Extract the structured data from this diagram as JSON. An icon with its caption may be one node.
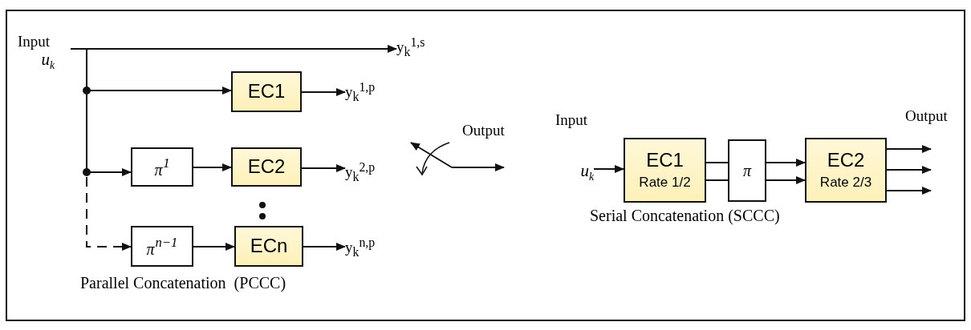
{
  "diagram": {
    "nodes": [
      {
        "text": [
          "Input",
          "u$_{k}$"
        ]
      },
      {
        "text": [
          "y$_{k}$$^{1,s}$"
        ]
      },
      {
        "text": [
          "EC1"
        ]
      },
      {
        "text": [
          "y$_{k}$$^{1,p}$"
        ]
      },
      {
        "text": [
          "π$^{1}$"
        ]
      },
      {
        "text": [
          "EC2"
        ]
      },
      {
        "text": [
          "y$_{k}$$^{2,p}$"
        ]
      },
      {
        "text": [
          "π$^{n−1}$"
        ]
      },
      {
        "text": [
          "ECn"
        ]
      },
      {
        "text": [
          "y$_{k}$$^{n,p}$"
        ]
      },
      {
        "text": [
          "Input",
          "u$_{k}$"
        ]
      },
      {
        "text": [
          "EC1",
          "Rate 1/2"
        ]
      },
      {
        "text": [
          "π"
        ]
      },
      {
        "text": [
          "EC2",
          "Rate 2/3"
        ]
      }
    ],
    "edges": [
      {
        "from": 0,
        "to": 1,
        "arrow": "to"
      },
      {
        "from": 0,
        "to": 2,
        "arrow": "to"
      },
      {
        "from": 2,
        "to": 3,
        "arrow": "to"
      },
      {
        "from": 0,
        "to": 4,
        "arrow": "to"
      },
      {
        "from": 4,
        "to": 5,
        "arrow": "to"
      },
      {
        "from": 5,
        "to": 6,
        "arrow": "to"
      },
      {
        "from": 0,
        "to": 7,
        "arrow": "to",
        "style": "dashed"
      },
      {
        "from": 7,
        "to": 8,
        "arrow": "to"
      },
      {
        "from": 8,
        "to": 9,
        "arrow": "to"
      },
      {
        "from": 10,
        "to": 11,
        "arrow": "to"
      },
      {
        "from": 11,
        "to": 12,
        "arrow": "none"
      },
      {
        "from": 11,
        "to": 12,
        "arrow": "none"
      },
      {
        "from": 12,
        "to": 13,
        "arrow": "to"
      },
      {
        "from": 12,
        "to": 13,
        "arrow": "to"
      },
      {
        "from": 13,
        "to": null,
        "arrow": "to"
      },
      {
        "from": 13,
        "to": null,
        "arrow": "to"
      },
      {
        "from": 13,
        "to": null,
        "arrow": "to"
      }
    ],
    "labels": [
      "Output",
      "Output",
      "Serial Concatenation (SCCC)",
      "Parallel Concatenation  (PCCC)"
    ]
  }
}
